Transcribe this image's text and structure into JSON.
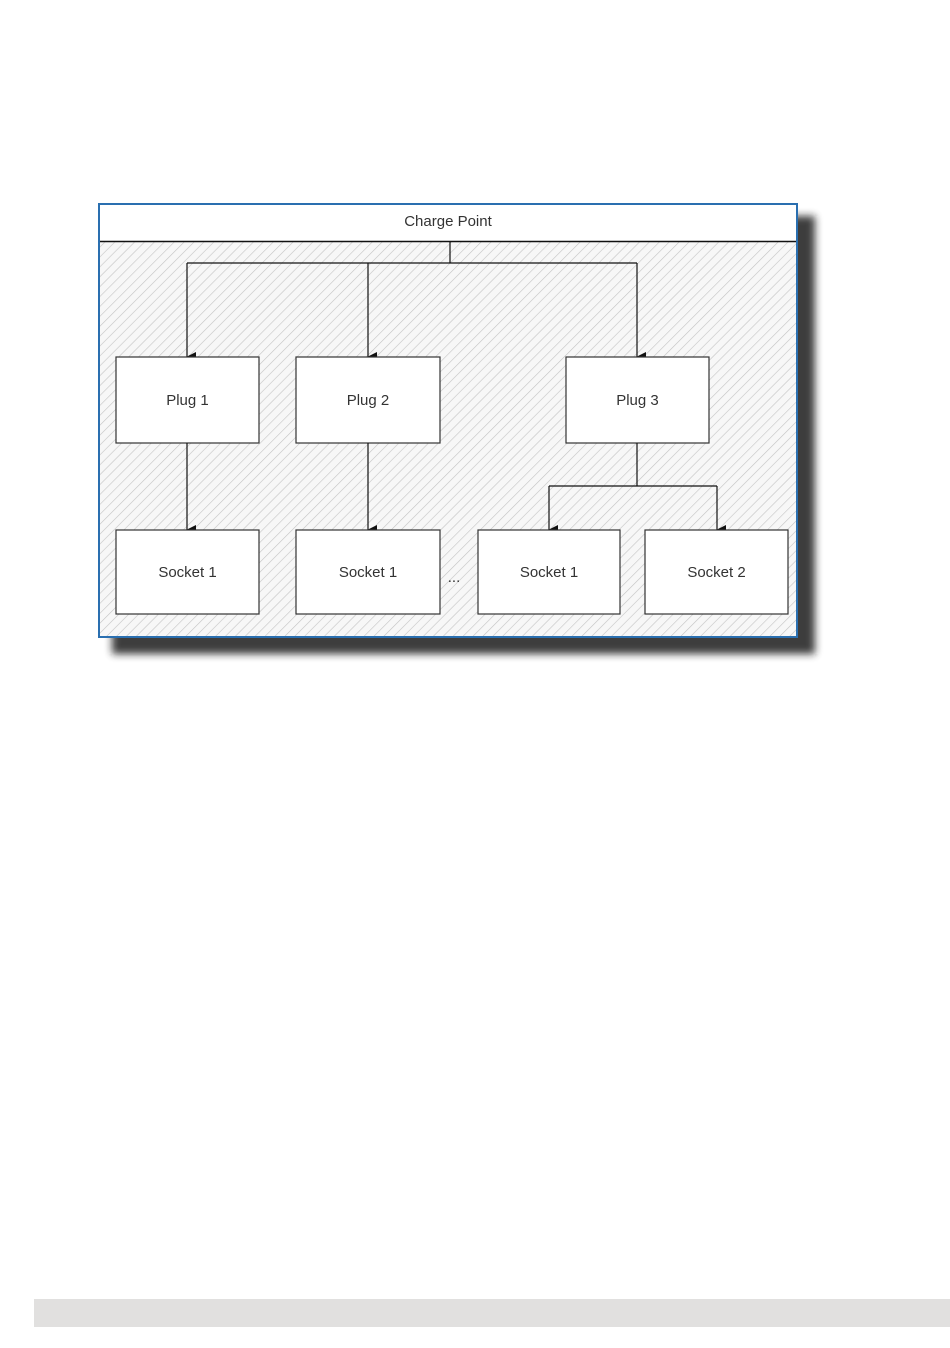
{
  "diagram": {
    "container": {
      "label": "Charge Point"
    },
    "plugs": [
      {
        "label": "Plug 1"
      },
      {
        "label": "Plug 2"
      },
      {
        "label": "Plug 3"
      }
    ],
    "sockets": [
      {
        "label": "Socket 1",
        "parent": "Plug 1"
      },
      {
        "label": "Socket 1",
        "parent": "Plug 2"
      },
      {
        "label": "Socket 1",
        "parent": "Plug 3"
      },
      {
        "label": "Socket 2",
        "parent": "Plug 3"
      }
    ],
    "ellipsis": "...",
    "colors": {
      "frame_border": "#2a6fb0",
      "hatch": "#c9c9c9",
      "box_border": "#333333",
      "footer_bar": "#e1e0df"
    }
  }
}
